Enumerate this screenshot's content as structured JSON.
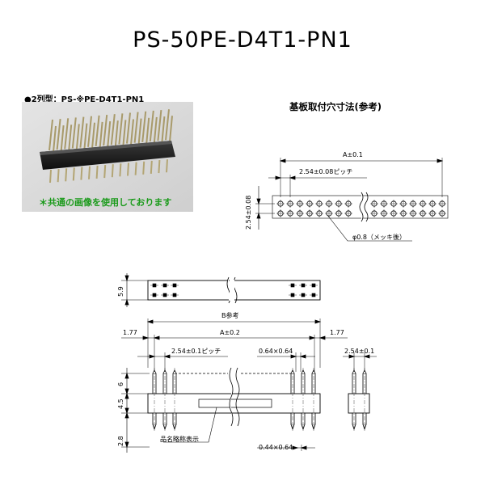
{
  "title": "PS-50PE-D4T1-PN1",
  "subtitle": "●2列型：PS-※PE-D4T1-PN1",
  "photo_caption": "＊共通の画像を使用しております",
  "pcb_section_title": "基板取付穴寸法(参考)",
  "pcb_dims": {
    "a": "A±0.1",
    "pitch": "2.54±0.08ピッチ",
    "row_pitch": "2.54±0.08",
    "hole": "φ0.8（メッキ後）"
  },
  "top_view": {
    "width": "5.9"
  },
  "side_view": {
    "b_ref": "B参考",
    "a": "A±0.2",
    "left_offset": "1.77",
    "right_offset": "1.77",
    "pitch": "2.54±0.1ピッチ",
    "post": "0.64×0.64",
    "upper": "6",
    "body": "4.5",
    "lower": "2.8",
    "label_note": "品名略称表示",
    "tail": "0.44×0.64"
  },
  "end_view": {
    "row_pitch": "2.54±0.1"
  }
}
